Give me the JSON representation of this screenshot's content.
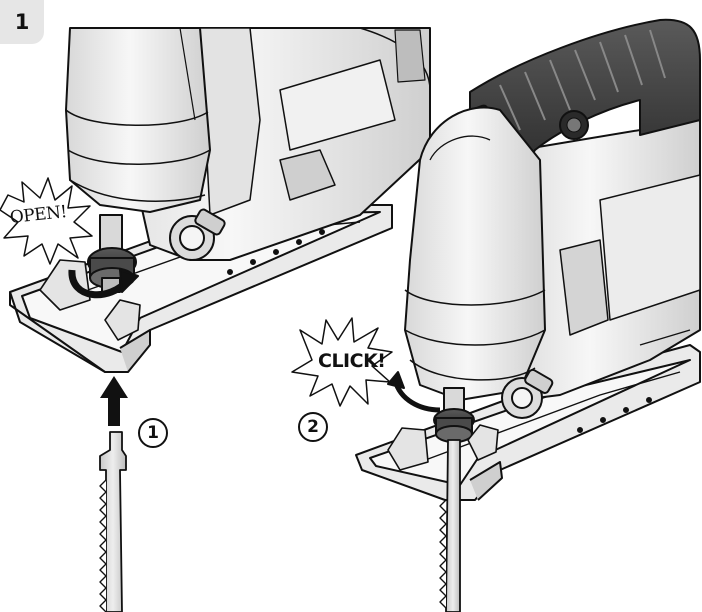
{
  "step_number": "1",
  "callouts": {
    "open": "OPEN!",
    "click": "CLICK!"
  },
  "step_markers": [
    "1",
    "2"
  ],
  "colors": {
    "line": "#111111",
    "body_light": "#f2f2f2",
    "body_mid": "#d6d6d6",
    "body_dark": "#9a9a9a",
    "handle_dark": "#3a3a3a",
    "badge_bg": "#e6e6e6"
  },
  "icons": [
    "starburst-icon",
    "arrow-up-icon",
    "rotate-arrow-icon",
    "jigsaw-blade-icon"
  ]
}
